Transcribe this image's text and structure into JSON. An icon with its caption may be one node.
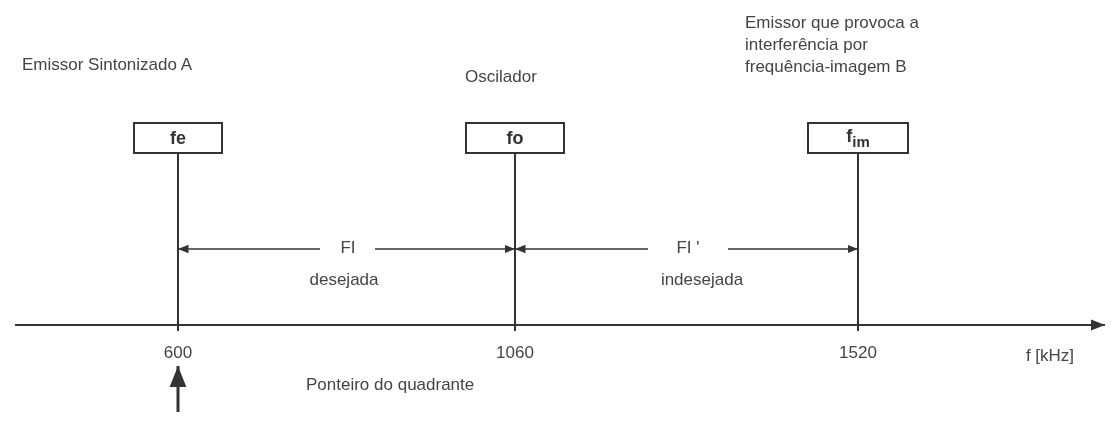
{
  "diagram": {
    "nodes": [
      {
        "text": [
          "fe"
        ],
        "beside": [
          "Emissor Sintonizado A"
        ]
      },
      {
        "text": [
          "fo"
        ],
        "beside": [
          "Oscilador"
        ]
      },
      {
        "text": [
          "f$_{im}$"
        ],
        "beside": [
          "Emissor que provoca a interferência por frequência-imagem B"
        ]
      }
    ],
    "labels": [
      "FI",
      "desejada",
      "FI '",
      "indesejada",
      "600",
      "1060",
      "1520",
      "f [kHz]",
      "Ponteiro do quadrante"
    ]
  }
}
